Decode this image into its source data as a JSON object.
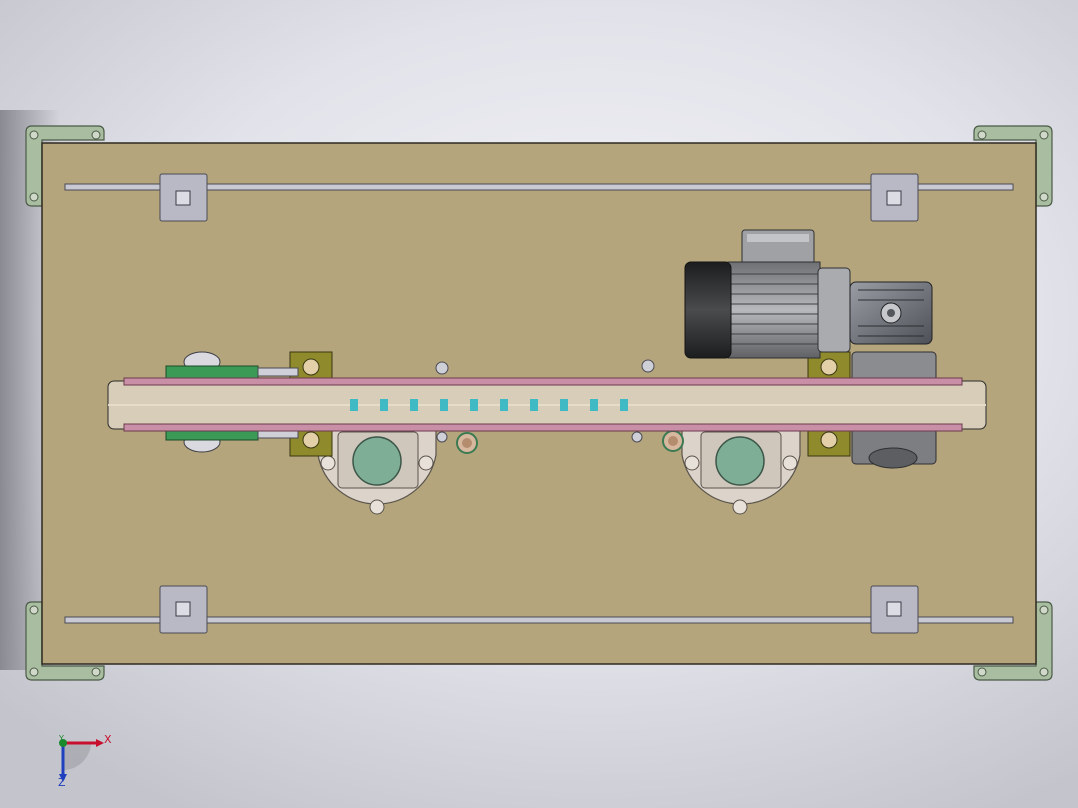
{
  "viewport": {
    "background_color": "#e6e6ee",
    "colors": {
      "base_plate": "#b4a57c",
      "brackets": "#a9bea0",
      "clamp_blocks": "#b9b9c6",
      "motor_body": "#8d8f93",
      "motor_cap": "#3a3b3d",
      "gearbox": "#75787e",
      "chain_link_plate": "#c98fa7",
      "chain_roller": "#1b1b1b",
      "chain_pin": "#3fb9c4",
      "bearing_housing": "#dcd4ca",
      "bearing_bore": "#7fae97",
      "tension_block": "#8f8a2c",
      "guide_green": "#3b9a55"
    },
    "triad": {
      "x_label": "X",
      "y_label": "Y",
      "z_label": "Z",
      "x_color": "#c8102e",
      "y_color": "#1a8a2a",
      "z_color": "#1f3fbf"
    }
  }
}
